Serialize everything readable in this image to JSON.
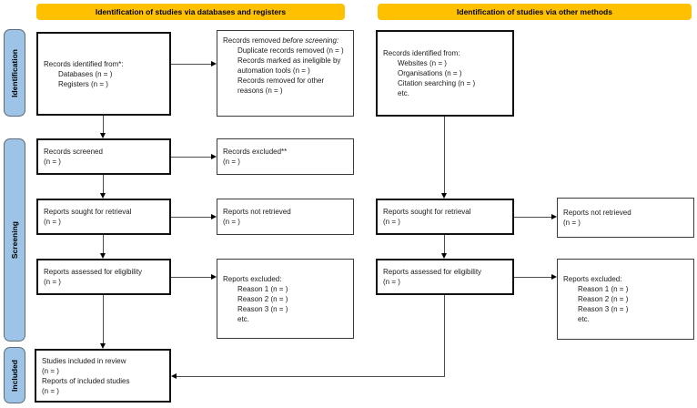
{
  "diagram": {
    "type": "prisma-flow-diagram",
    "header_left": "Identification of studies via databases and registers",
    "header_right": "Identification of studies via other methods",
    "accent_yellow": "#FFC000",
    "accent_blue": "#9DC3E6"
  },
  "stages": {
    "identification": "Identification",
    "screening": "Screening",
    "included": "Included"
  },
  "boxes": {
    "db_identified": {
      "line1": "Records identified from*:",
      "item1": "Databases (n = )",
      "item2": "Registers (n = )"
    },
    "removed_before": {
      "prefix": "Records removed ",
      "italic": "before screening:",
      "item1": "Duplicate records removed (n = )",
      "item2": "Records marked as ineligible by automation tools (n = )",
      "item3": "Records removed for other reasons (n = )"
    },
    "screened": {
      "line1": "Records screened",
      "line2": "(n = )"
    },
    "records_excluded": {
      "line1": "Records excluded**",
      "line2": "(n = )"
    },
    "sought_db": {
      "line1": "Reports sought for retrieval",
      "line2": "(n = )"
    },
    "not_retrieved_db": {
      "line1": "Reports not retrieved",
      "line2": "(n = )"
    },
    "assessed_db": {
      "line1": "Reports assessed for eligibility",
      "line2": "(n = )"
    },
    "reports_excluded_db": {
      "line1": "Reports excluded:",
      "item1": "Reason 1 (n = )",
      "item2": "Reason 2 (n = )",
      "item3": "Reason 3 (n = )",
      "item4": "etc."
    },
    "included_review": {
      "line1": "Studies included in review",
      "line2": "(n = )",
      "line3": "Reports of included studies",
      "line4": "(n = )"
    },
    "other_identified": {
      "line1": "Records identified from:",
      "item1": "Websites (n = )",
      "item2": "Organisations (n = )",
      "item3": "Citation searching (n = )",
      "item4": "etc."
    },
    "sought_other": {
      "line1": "Reports sought for retrieval",
      "line2": "(n = )"
    },
    "not_retrieved_other": {
      "line1": "Reports not retrieved",
      "line2": "(n = )"
    },
    "assessed_other": {
      "line1": "Reports assessed for eligibility",
      "line2": "(n = )"
    },
    "reports_excluded_other": {
      "line1": "Reports excluded:",
      "item1": "Reason 1 (n = )",
      "item2": "Reason 2 (n = )",
      "item3": "Reason 3 (n = )",
      "item4": "etc."
    }
  }
}
